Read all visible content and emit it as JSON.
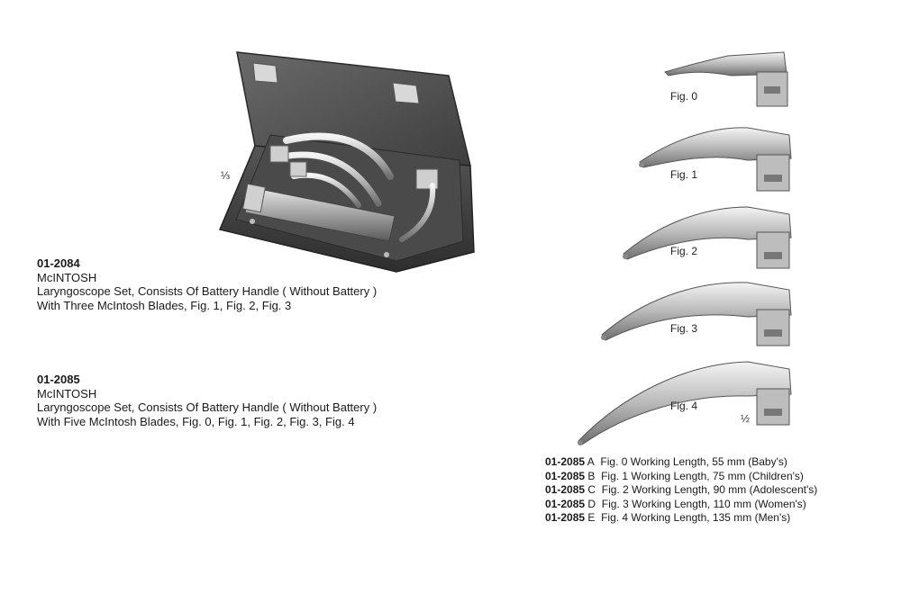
{
  "products": [
    {
      "code": "01-2084",
      "name": "McINTOSH",
      "desc_line1": "Laryngoscope Set, Consists Of Battery Handle ( Without Battery )",
      "desc_line2": "With Three McIntosh Blades, Fig. 1, Fig. 2, Fig. 3"
    },
    {
      "code": "01-2085",
      "name": "McINTOSH",
      "desc_line1": "Laryngoscope Set, Consists Of Battery Handle ( Without Battery )",
      "desc_line2": "With Five McIntosh Blades, Fig. 0, Fig. 1, Fig. 2, Fig. 3, Fig. 4"
    }
  ],
  "scales": {
    "case": "⅓",
    "blades": "½"
  },
  "figures": [
    "Fig. 0",
    "Fig. 1",
    "Fig. 2",
    "Fig. 3",
    "Fig. 4"
  ],
  "variants": [
    {
      "code": "01-2085",
      "suffix": "A",
      "text": "Fig. 0 Working Length, 55 mm (Baby's)"
    },
    {
      "code": "01-2085",
      "suffix": "B",
      "text": "Fig. 1 Working Length, 75 mm (Children's)"
    },
    {
      "code": "01-2085",
      "suffix": "C",
      "text": "Fig. 2 Working Length, 90 mm (Adolescent's)"
    },
    {
      "code": "01-2085",
      "suffix": "D",
      "text": "Fig. 3 Working Length, 110 mm (Women's)"
    },
    {
      "code": "01-2085",
      "suffix": "E",
      "text": "Fig. 4 Working Length, 135 mm (Men's)"
    }
  ]
}
